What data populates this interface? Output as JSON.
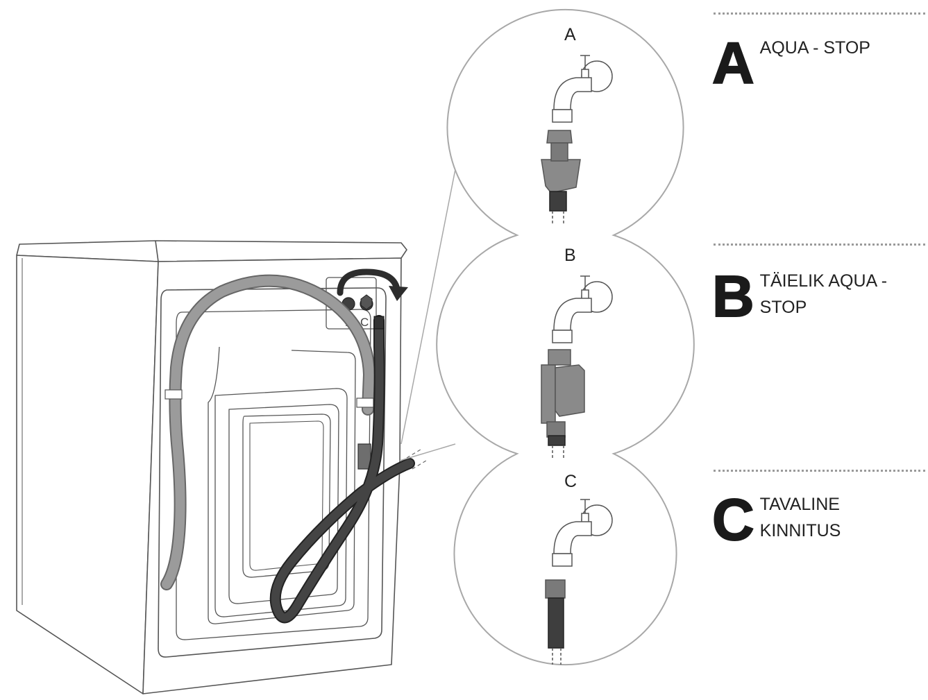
{
  "options": [
    {
      "id": "a",
      "letter": "A",
      "circle_label": "A",
      "text": "AQUA - STOP"
    },
    {
      "id": "b",
      "letter": "B",
      "circle_label": "B",
      "text": "TÄIELIK AQUA -\nSTOP"
    },
    {
      "id": "c",
      "letter": "C",
      "circle_label": "C",
      "text": "TAVALINE\nKINNITUS"
    }
  ],
  "valve_labels": {
    "hot": "H",
    "cold": "C"
  },
  "colors": {
    "line": "#555555",
    "hose_gray": "#9b9b9b",
    "hose_dark": "#3e3e3e",
    "part_gray": "#8a8a8a",
    "legend_text": "#222222"
  }
}
